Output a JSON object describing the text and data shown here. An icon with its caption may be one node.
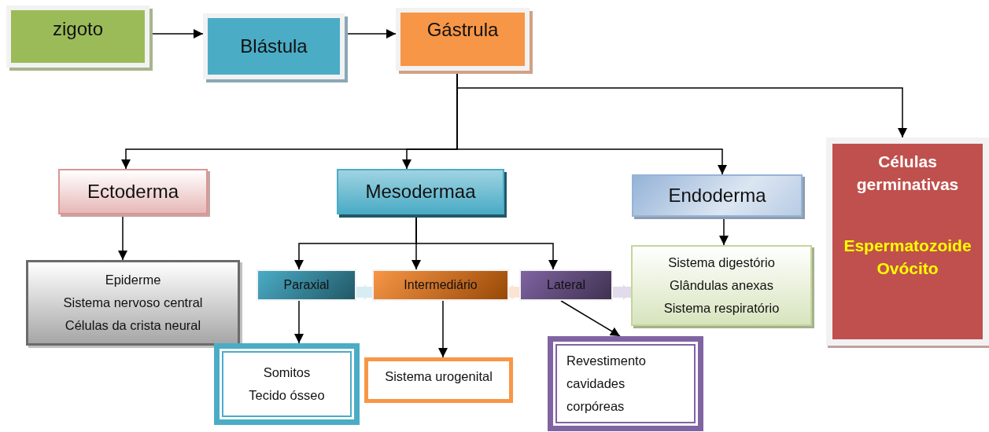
{
  "diagram": {
    "nodes": [
      {
        "text": [
          "zigoto"
        ]
      },
      {
        "text": [
          "Blástula"
        ]
      },
      {
        "text": [
          "Gástrula"
        ]
      },
      {
        "text": [
          "Ectoderma"
        ]
      },
      {
        "text": [
          "Mesodermaa"
        ]
      },
      {
        "text": [
          "Endoderma"
        ]
      },
      {
        "text": [
          "Células germinativas",
          "Espermatozoide",
          "Ovócito"
        ]
      },
      {
        "text": [
          "Epiderme",
          "Sistema nervoso central",
          "Células da crista neural"
        ]
      },
      {
        "text": [
          "Paraxial"
        ]
      },
      {
        "text": [
          "Intermediário"
        ]
      },
      {
        "text": [
          "Lateral"
        ]
      },
      {
        "text": [
          "Sistema digestório",
          "Glândulas anexas",
          "Sistema respiratório"
        ]
      },
      {
        "text": [
          "Somitos",
          "Tecido ósseo"
        ]
      },
      {
        "text": [
          "Sistema urogenital"
        ]
      },
      {
        "text": [
          "Revestimento cavidades corpóreas"
        ]
      }
    ],
    "edges": [
      {
        "from": 0,
        "to": 1,
        "arrow": "to"
      },
      {
        "from": 1,
        "to": 2,
        "arrow": "to"
      },
      {
        "from": 2,
        "to": 3,
        "arrow": "to"
      },
      {
        "from": 2,
        "to": 4,
        "arrow": "to"
      },
      {
        "from": 2,
        "to": 5,
        "arrow": "to"
      },
      {
        "from": 2,
        "to": 6,
        "arrow": "to"
      },
      {
        "from": 3,
        "to": 7,
        "arrow": "to"
      },
      {
        "from": 4,
        "to": 8,
        "arrow": "to"
      },
      {
        "from": 4,
        "to": 9,
        "arrow": "to"
      },
      {
        "from": 4,
        "to": 10,
        "arrow": "to"
      },
      {
        "from": 5,
        "to": 11,
        "arrow": "to"
      },
      {
        "from": 8,
        "to": 12,
        "arrow": "to"
      },
      {
        "from": 9,
        "to": 13,
        "arrow": "to"
      },
      {
        "from": 10,
        "to": 14,
        "arrow": "to"
      },
      {
        "from": 8,
        "to": 9,
        "arrow": "to",
        "style": "thick",
        "color": "#d7edf3"
      },
      {
        "from": 9,
        "to": 10,
        "arrow": "to",
        "style": "thick",
        "color": "#fce4d2"
      },
      {
        "from": 10,
        "to": 11,
        "arrow": "to",
        "style": "thick",
        "color": "#e2dbec"
      }
    ]
  }
}
